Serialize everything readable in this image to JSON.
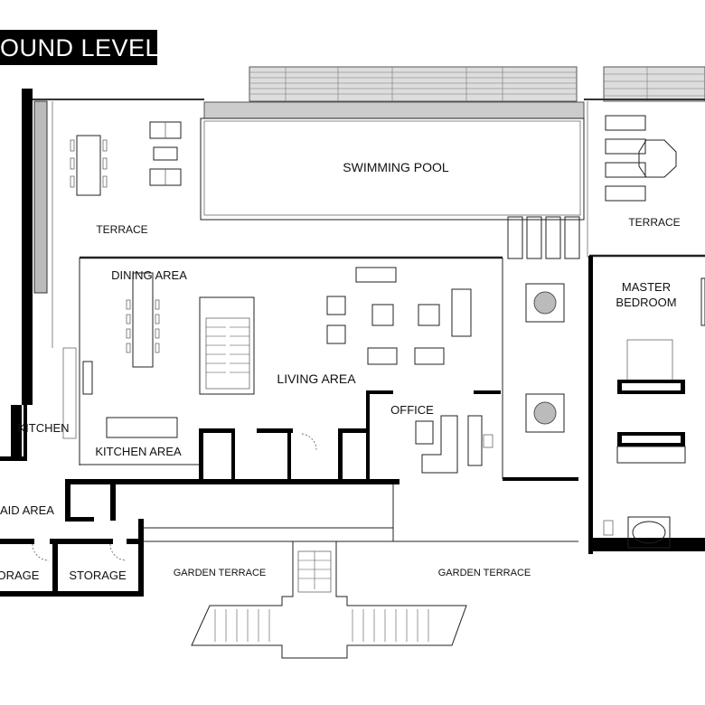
{
  "title": "OUND LEVEL",
  "rooms": {
    "terrace_left": "TERRACE",
    "swimming_pool": "SWIMMING POOL",
    "terrace_right": "TERRACE",
    "dining_area": "DINING AREA",
    "living_area": "LIVING AREA",
    "master_bedroom_1": "MASTER",
    "master_bedroom_2": "BEDROOM",
    "office": "OFFICE",
    "kitchen": "KITCHEN",
    "kitchen_area": "KITCHEN AREA",
    "maid_area": "AID AREA",
    "storage_left": "ORAGE",
    "storage": "STORAGE",
    "garden_terrace_left": "GARDEN TERRACE",
    "garden_terrace_right": "GARDEN TERRACE"
  },
  "colors": {
    "wall": "#000000",
    "line": "#222222",
    "background": "#ffffff"
  }
}
